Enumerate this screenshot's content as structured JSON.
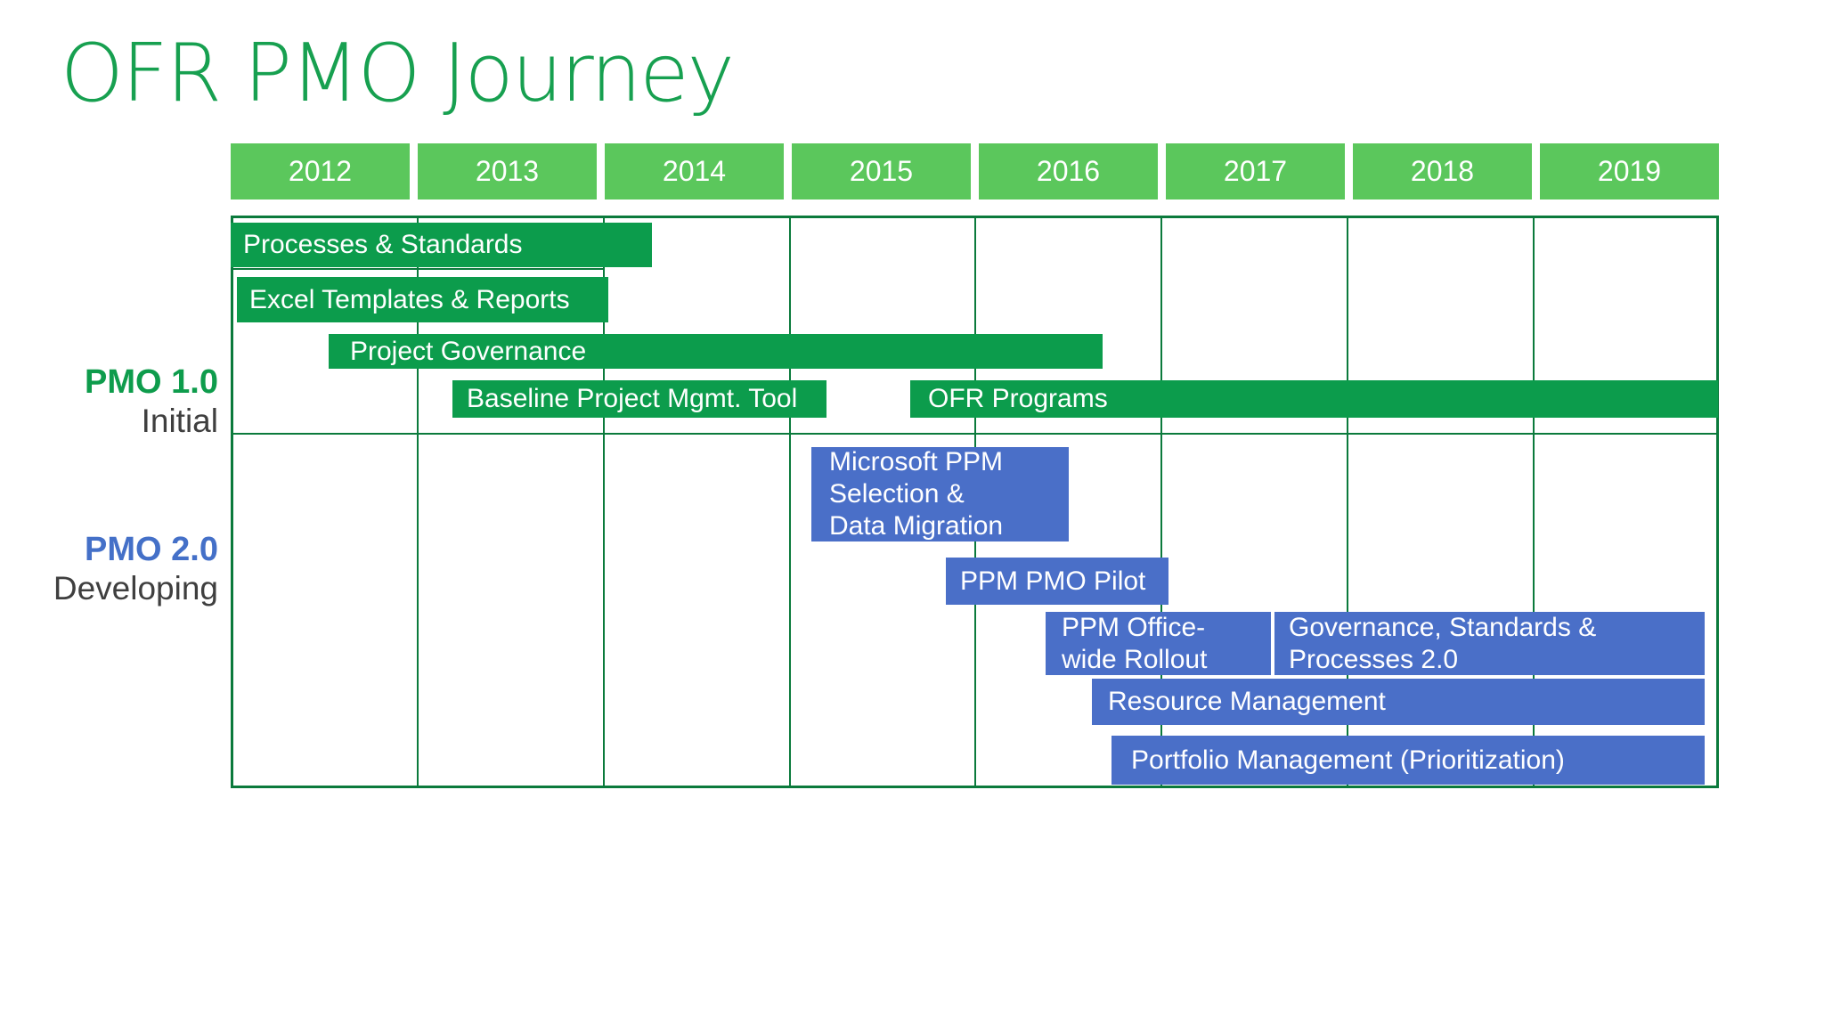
{
  "slide": {
    "title": "OFR PMO Journey"
  },
  "timeline": {
    "years": [
      "2012",
      "2013",
      "2014",
      "2015",
      "2016",
      "2017",
      "2018",
      "2019"
    ]
  },
  "groups": [
    {
      "label": "PMO 1.0",
      "sublabel": "Initial"
    },
    {
      "label": "PMO 2.0",
      "sublabel": "Developing"
    }
  ],
  "colors": {
    "title_green": "#17a050",
    "year_header_green": "#5bc75c",
    "task_bar_green": "#0c9c4c",
    "task_bar_blue": "#4a6fc8",
    "grid_green": "#0b7a3c",
    "pmo1_label_green": "#0e9c4c",
    "pmo2_label_blue": "#4470c8",
    "sublabel_gray": "#3f3f3f",
    "bar_text": "#ffffff"
  },
  "chart_data": {
    "type": "bar",
    "subtype": "gantt-timeline",
    "title": "OFR PMO Journey",
    "x_axis": {
      "categories": [
        "2012",
        "2013",
        "2014",
        "2015",
        "2016",
        "2017",
        "2018",
        "2019"
      ],
      "range": [
        2012,
        2020
      ],
      "grid": true
    },
    "legend": "none",
    "series": [
      {
        "name": "PMO 1.0 Initial",
        "color": "#0c9c4c",
        "tasks": [
          {
            "label": "Processes & Standards",
            "start": 2012.0,
            "end": 2014.25
          },
          {
            "label": "Excel Templates & Reports",
            "start": 2012.05,
            "end": 2014.05
          },
          {
            "label": "Project Governance",
            "start": 2012.5,
            "end": 2016.7
          },
          {
            "label": "Baseline Project Mgmt. Tool",
            "start": 2013.2,
            "end": 2015.2
          },
          {
            "label": "OFR Programs",
            "start": 2015.65,
            "end": 2020.0
          }
        ]
      },
      {
        "name": "PMO 2.0 Developing",
        "color": "#4a6fc8",
        "tasks": [
          {
            "label": "Microsoft PPM Selection & Data Migration",
            "lines": [
              "Microsoft PPM",
              "Selection &",
              "Data Migration"
            ],
            "start": 2015.1,
            "end": 2016.5
          },
          {
            "label": "PPM PMO Pilot",
            "start": 2015.85,
            "end": 2017.05
          },
          {
            "label": "PPM Office-wide Rollout",
            "lines": [
              "PPM Office-",
              "wide Rollout"
            ],
            "start": 2016.4,
            "end": 2017.6
          },
          {
            "label": "Governance, Standards & Processes 2.0",
            "lines": [
              "Governance, Standards &",
              "Processes 2.0"
            ],
            "start": 2017.6,
            "end": 2019.9
          },
          {
            "label": "Resource Management",
            "start": 2016.65,
            "end": 2019.9
          },
          {
            "label": "Portfolio Management (Prioritization)",
            "start": 2016.75,
            "end": 2019.9
          }
        ]
      }
    ]
  }
}
